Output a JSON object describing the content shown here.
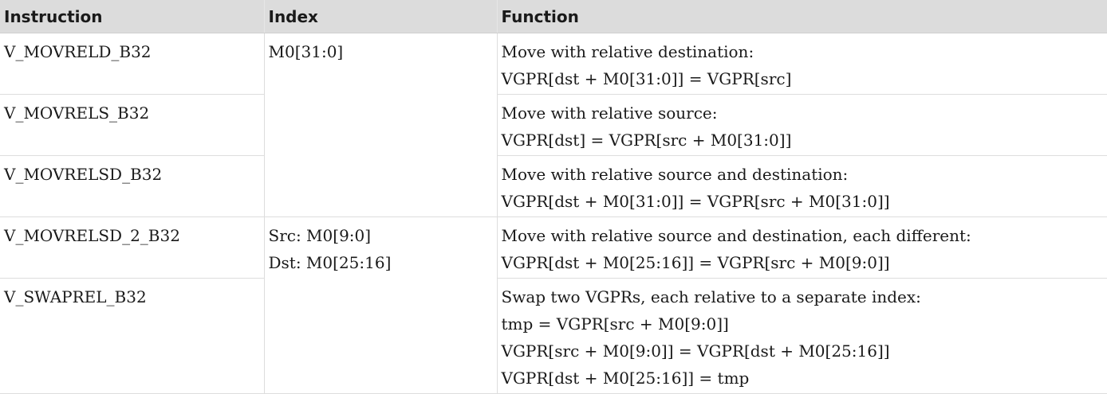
{
  "table": {
    "headers": [
      "Instruction",
      "Index",
      "Function"
    ],
    "rows": [
      {
        "instruction": "V_MOVRELD_B32",
        "index": [
          "M0[31:0]"
        ],
        "function": [
          "Move with relative destination:",
          "VGPR[dst + M0[31:0]] = VGPR[src]"
        ]
      },
      {
        "instruction": "V_MOVRELS_B32",
        "function": [
          "Move with relative source:",
          "VGPR[dst] = VGPR[src + M0[31:0]]"
        ]
      },
      {
        "instruction": "V_MOVRELSD_B32",
        "function": [
          "Move with relative source and destination:",
          "VGPR[dst + M0[31:0]] = VGPR[src + M0[31:0]]"
        ]
      },
      {
        "instruction": "V_MOVRELSD_2_B32",
        "index": [
          "Src: M0[9:0]",
          "Dst: M0[25:16]"
        ],
        "function": [
          "Move with relative source and destination, each different:",
          "VGPR[dst + M0[25:16]] = VGPR[src + M0[9:0]]"
        ]
      },
      {
        "instruction": "V_SWAPREL_B32",
        "function": [
          "Swap two VGPRs, each relative to a separate index:",
          "tmp = VGPR[src + M0[9:0]]",
          "VGPR[src + M0[9:0]] = VGPR[dst + M0[25:16]]",
          "VGPR[dst + M0[25:16]] = tmp"
        ]
      }
    ]
  }
}
